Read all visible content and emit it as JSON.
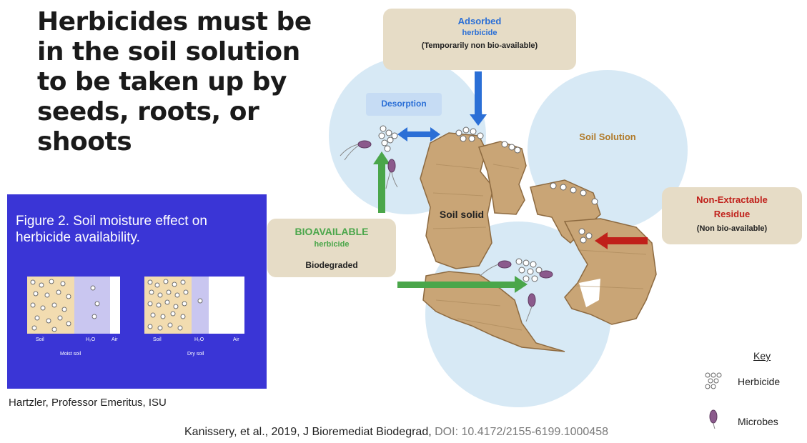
{
  "title_lines": [
    "Herbicides must be",
    "in the soil solution",
    "to be taken up by",
    "seeds, roots, or",
    "shoots"
  ],
  "figure2": {
    "title": "Figure 2.  Soil moisture effect on herbicide availability.",
    "moist": {
      "labels": [
        "Soil",
        "H₂O",
        "Air"
      ],
      "caption": "Moist soil"
    },
    "dry": {
      "labels": [
        "Soil",
        "H₂O",
        "Air"
      ],
      "caption": "Dry soil"
    }
  },
  "credits": {
    "hartzler": "Hartzler, Professor Emeritus, ISU",
    "kanissery_main": "Kanissery, et al., 2019, J Bioremediat Biodegrad, ",
    "kanissery_doi": "DOI: 10.4172/2155-6199.1000458"
  },
  "diagram": {
    "adsorbed": {
      "line1": "Adsorbed",
      "line2": "herbicide",
      "line3": "(Temporarily non bio-available)"
    },
    "desorption": "Desorption",
    "soil_solution": "Soil Solution",
    "soil_solid": "Soil solid",
    "bioavailable": {
      "line1": "BIOAVAILABLE",
      "line2": "herbicide",
      "line3": "Biodegraded"
    },
    "nonextractable": {
      "line1": "Non-Extractable",
      "line2": "Residue",
      "line3": "(Non bio-available)"
    },
    "key": {
      "title": "Key",
      "herbicide": "Herbicide",
      "microbes": "Microbes"
    }
  },
  "colors": {
    "figure_bg": "#3a35d6",
    "adsorbed_blue": "#2b6fd6",
    "bio_green": "#4aa64a",
    "residue_red": "#c0201a",
    "label_box": "#e6dcc6",
    "solution": "#d7e9f5"
  }
}
